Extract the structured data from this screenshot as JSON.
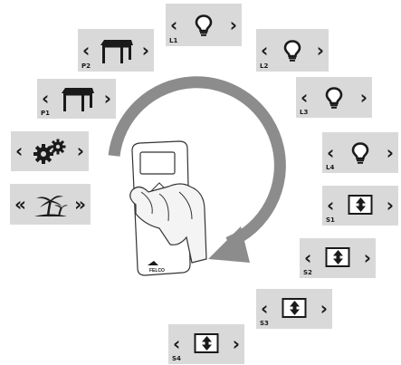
{
  "nav": {
    "prev_symbol": "‹",
    "next_symbol": "›",
    "fast_prev_symbol": "«",
    "fast_next_symbol": "»"
  },
  "tiles": {
    "l1": {
      "label": "L1",
      "icon": "bulb-icon"
    },
    "l2": {
      "label": "L2",
      "icon": "bulb-icon"
    },
    "l3": {
      "label": "L3",
      "icon": "bulb-icon"
    },
    "l4": {
      "label": "L4",
      "icon": "bulb-icon"
    },
    "p2": {
      "label": "P2",
      "icon": "pergola-icon"
    },
    "p1": {
      "label": "P1",
      "icon": "pergola-icon"
    },
    "gears": {
      "label": "",
      "icon": "gears-icon"
    },
    "holiday": {
      "label": "",
      "icon": "palm-tree-icon"
    },
    "s1": {
      "label": "S1",
      "icon": "shutter-icon"
    },
    "s2": {
      "label": "S2",
      "icon": "shutter-icon"
    },
    "s3": {
      "label": "S3",
      "icon": "shutter-icon"
    },
    "s4": {
      "label": "S4",
      "icon": "shutter-icon"
    }
  },
  "remote": {
    "brand": "FELCO"
  },
  "colors": {
    "tile_bg": "#d9d9d9",
    "arrow_ring": "#8c8c8c",
    "ink": "#1a1a1a"
  }
}
